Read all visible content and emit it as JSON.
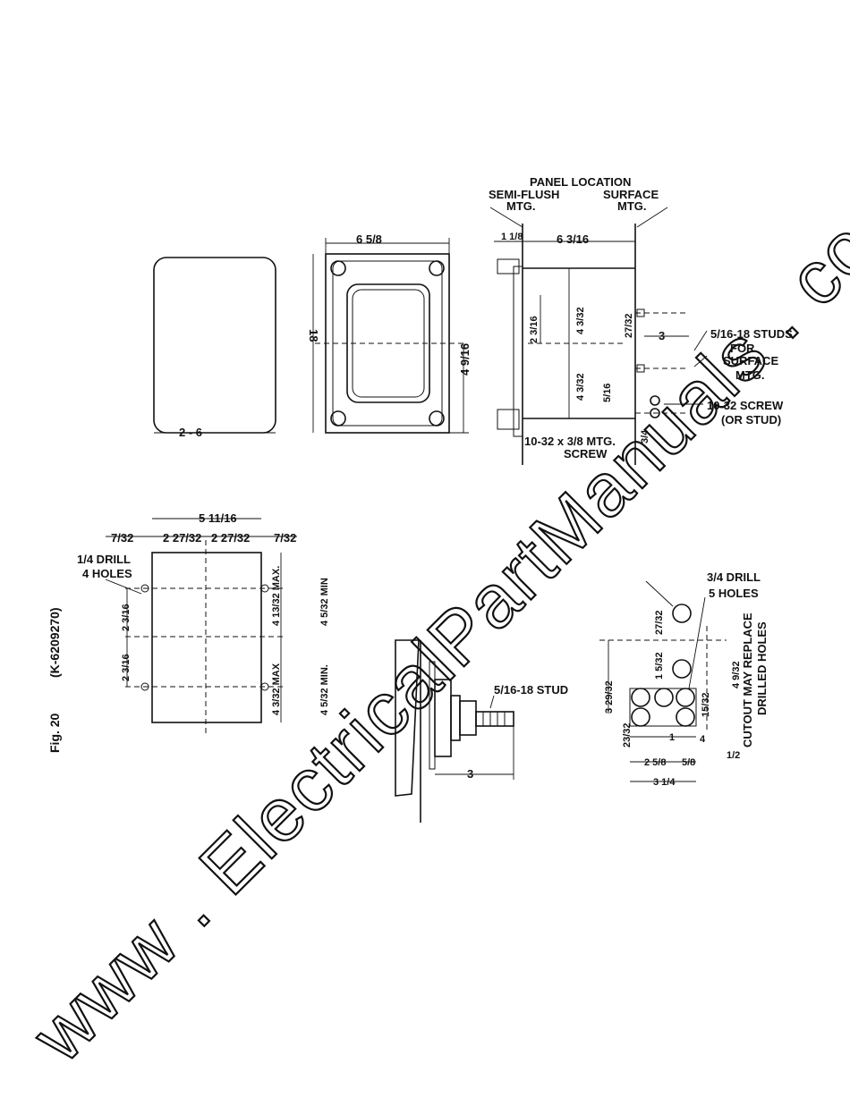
{
  "watermark": "www . ElectricalPartManuals . com",
  "figure": {
    "label": "Fig. 20",
    "number": "(K-6209270)"
  },
  "front_view": {
    "dim_width": "2 - 6",
    "dim_flange_width": "6 5/8",
    "dim_height": "18",
    "dim_half_height": "4 9/16"
  },
  "side_view": {
    "title": "PANEL LOCATION",
    "semi_flush": "SEMI-FLUSH",
    "semi_flush_mtg": "MTG.",
    "surface": "SURFACE",
    "surface_mtg": "MTG.",
    "dim_top_small": "1 1/8",
    "dim_depth": "6 3/16",
    "dim_a": "2 3/16",
    "dim_b": "4 3/32",
    "dim_c": "4 3/32",
    "dim_d": "5/16",
    "dim_e": "27/32",
    "dim_stud_proj": "3",
    "dim_bottom": "3/4",
    "studs_label_1": "5/16-18 STUDS",
    "studs_label_2": "FOR",
    "studs_label_3": "SURFACE",
    "studs_label_4": "MTG.",
    "screw_label": "10-32 SCREW",
    "stud_label": "(OR STUD)",
    "mtg_screw_1": "10-32 x 3/8 MTG.",
    "mtg_screw_2": "SCREW"
  },
  "drilling_view": {
    "dim_overall": "5 11/16",
    "dim_left_edge": "7/32",
    "dim_left_half": "2 27/32",
    "dim_right_half": "2 27/32",
    "dim_right_edge": "7/32",
    "drill_label_1": "1/4 DRILL",
    "drill_label_2": "4 HOLES",
    "dim_v1": "2 3/16",
    "dim_v2": "2 3/16",
    "dim_max_1": "4 13/32 MAX.",
    "dim_min_1": "4 5/32 MIN",
    "dim_max_2": "4 3/32 MAX",
    "dim_min_2": "4 5/32 MIN."
  },
  "stud_detail": {
    "stud_label": "5/16-18 STUD",
    "dim": "3"
  },
  "cutout_view": {
    "drill_label_1": "3/4 DRILL",
    "drill_label_2": "5 HOLES",
    "dim_27_32": "27/32",
    "dim_1_5_32": "1 5/32",
    "dim_3_29_32": "3 29/32",
    "dim_1_9_32": "4 9/32",
    "dim_15_32": "15/32",
    "dim_23_32": "23/32",
    "dim_2_5_8": "2 5/8",
    "dim_5_8": "5/8",
    "dim_3_1_4": "3 1/4",
    "dim_1_2": "1/2",
    "dim_small_1": "1",
    "dim_small_4": "4",
    "note_1": "CUTOUT MAY REPLACE",
    "note_2": "DRILLED HOLES"
  }
}
